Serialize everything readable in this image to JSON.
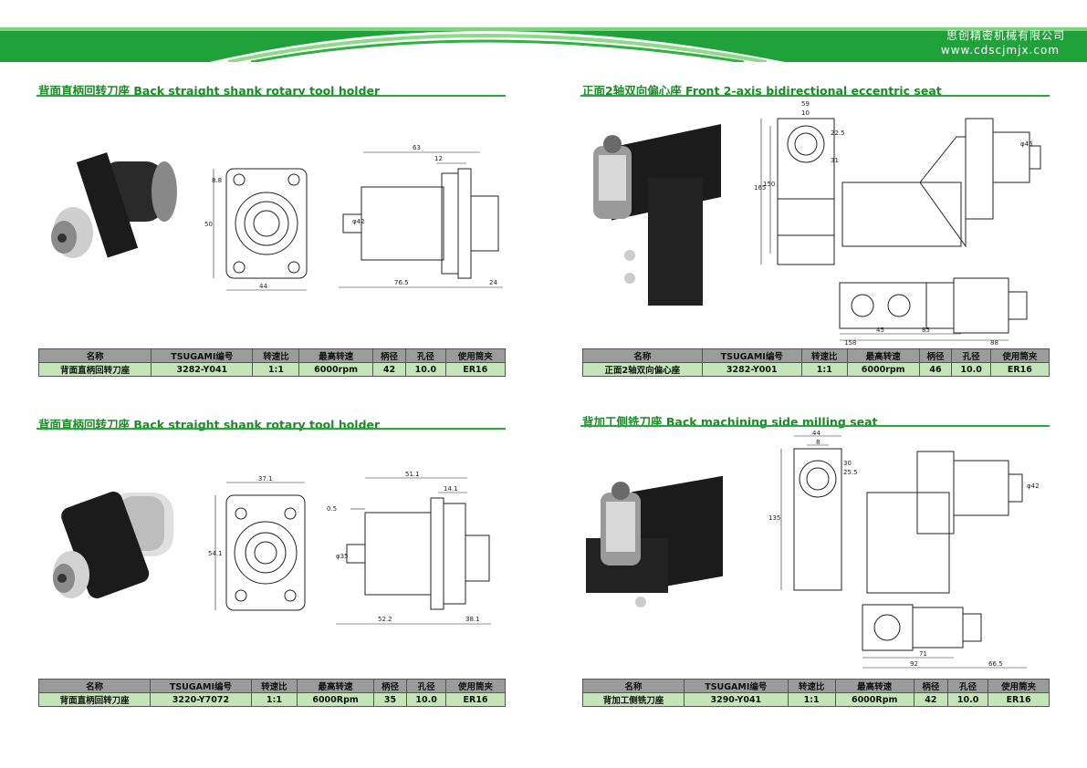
{
  "header": {
    "company": "思创精密机械有限公司",
    "website": "www.cdscjmjx.com",
    "colors": {
      "green": "#1fa23a",
      "light_green": "#6bc86a"
    }
  },
  "sections": [
    {
      "title": "背面直柄回转刀座 Back straight shank rotary tool holder",
      "dims": {
        "d1": "8.8",
        "d2": "50",
        "d3": "44",
        "d4": "63",
        "d5": "12",
        "d6": "φ42",
        "d7": "76.5",
        "d8": "24"
      },
      "table": {
        "headers": [
          "名称",
          "TSUGAMI编号",
          "转速比",
          "最高转速",
          "柄径",
          "孔径",
          "使用筒夹"
        ],
        "row": [
          "背面直柄回转刀座",
          "3282-Y041",
          "1:1",
          "6000rpm",
          "42",
          "10.0",
          "ER16"
        ]
      }
    },
    {
      "title": "正面2轴双向偏心座 Front 2-axis bidirectional eccentric seat",
      "dims": {
        "d1": "59",
        "d2": "10",
        "d3": "22.5",
        "d4": "31",
        "d5": "165",
        "d6": "150",
        "d7": "φ46",
        "d8": "158",
        "d9": "45",
        "d10": "85",
        "d11": "88"
      },
      "table": {
        "headers": [
          "名称",
          "TSUGAMI编号",
          "转速比",
          "最高转速",
          "柄径",
          "孔径",
          "使用筒夹"
        ],
        "row": [
          "正面2轴双向偏心座",
          "3282-Y001",
          "1:1",
          "6000rpm",
          "46",
          "10.0",
          "ER16"
        ]
      }
    },
    {
      "title": "背面直柄回转刀座 Back straight shank rotary tool holder",
      "dims": {
        "d1": "37.1",
        "d2": "54.1",
        "d3": "51.1",
        "d4": "14.1",
        "d5": "0.5",
        "d6": "φ35",
        "d7": "52.2",
        "d8": "38.1"
      },
      "table": {
        "headers": [
          "名称",
          "TSUGAMI编号",
          "转速比",
          "最高转速",
          "柄径",
          "孔径",
          "使用筒夹"
        ],
        "row": [
          "背面直柄回转刀座",
          "3220-Y7072",
          "1:1",
          "6000Rpm",
          "35",
          "10.0",
          "ER16"
        ]
      }
    },
    {
      "title": "背加工侧铣刀座 Back machining side milling seat",
      "dims": {
        "d1": "44",
        "d2": "8",
        "d3": "25.5",
        "d4": "30",
        "d5": "135",
        "d6": "φ42",
        "d7": "71",
        "d8": "92",
        "d9": "66.5"
      },
      "table": {
        "headers": [
          "名称",
          "TSUGAMI编号",
          "转速比",
          "最高转速",
          "柄径",
          "孔径",
          "使用筒夹"
        ],
        "row": [
          "背加工侧铣刀座",
          "3290-Y041",
          "1:1",
          "6000Rpm",
          "42",
          "10.0",
          "ER16"
        ]
      }
    }
  ]
}
